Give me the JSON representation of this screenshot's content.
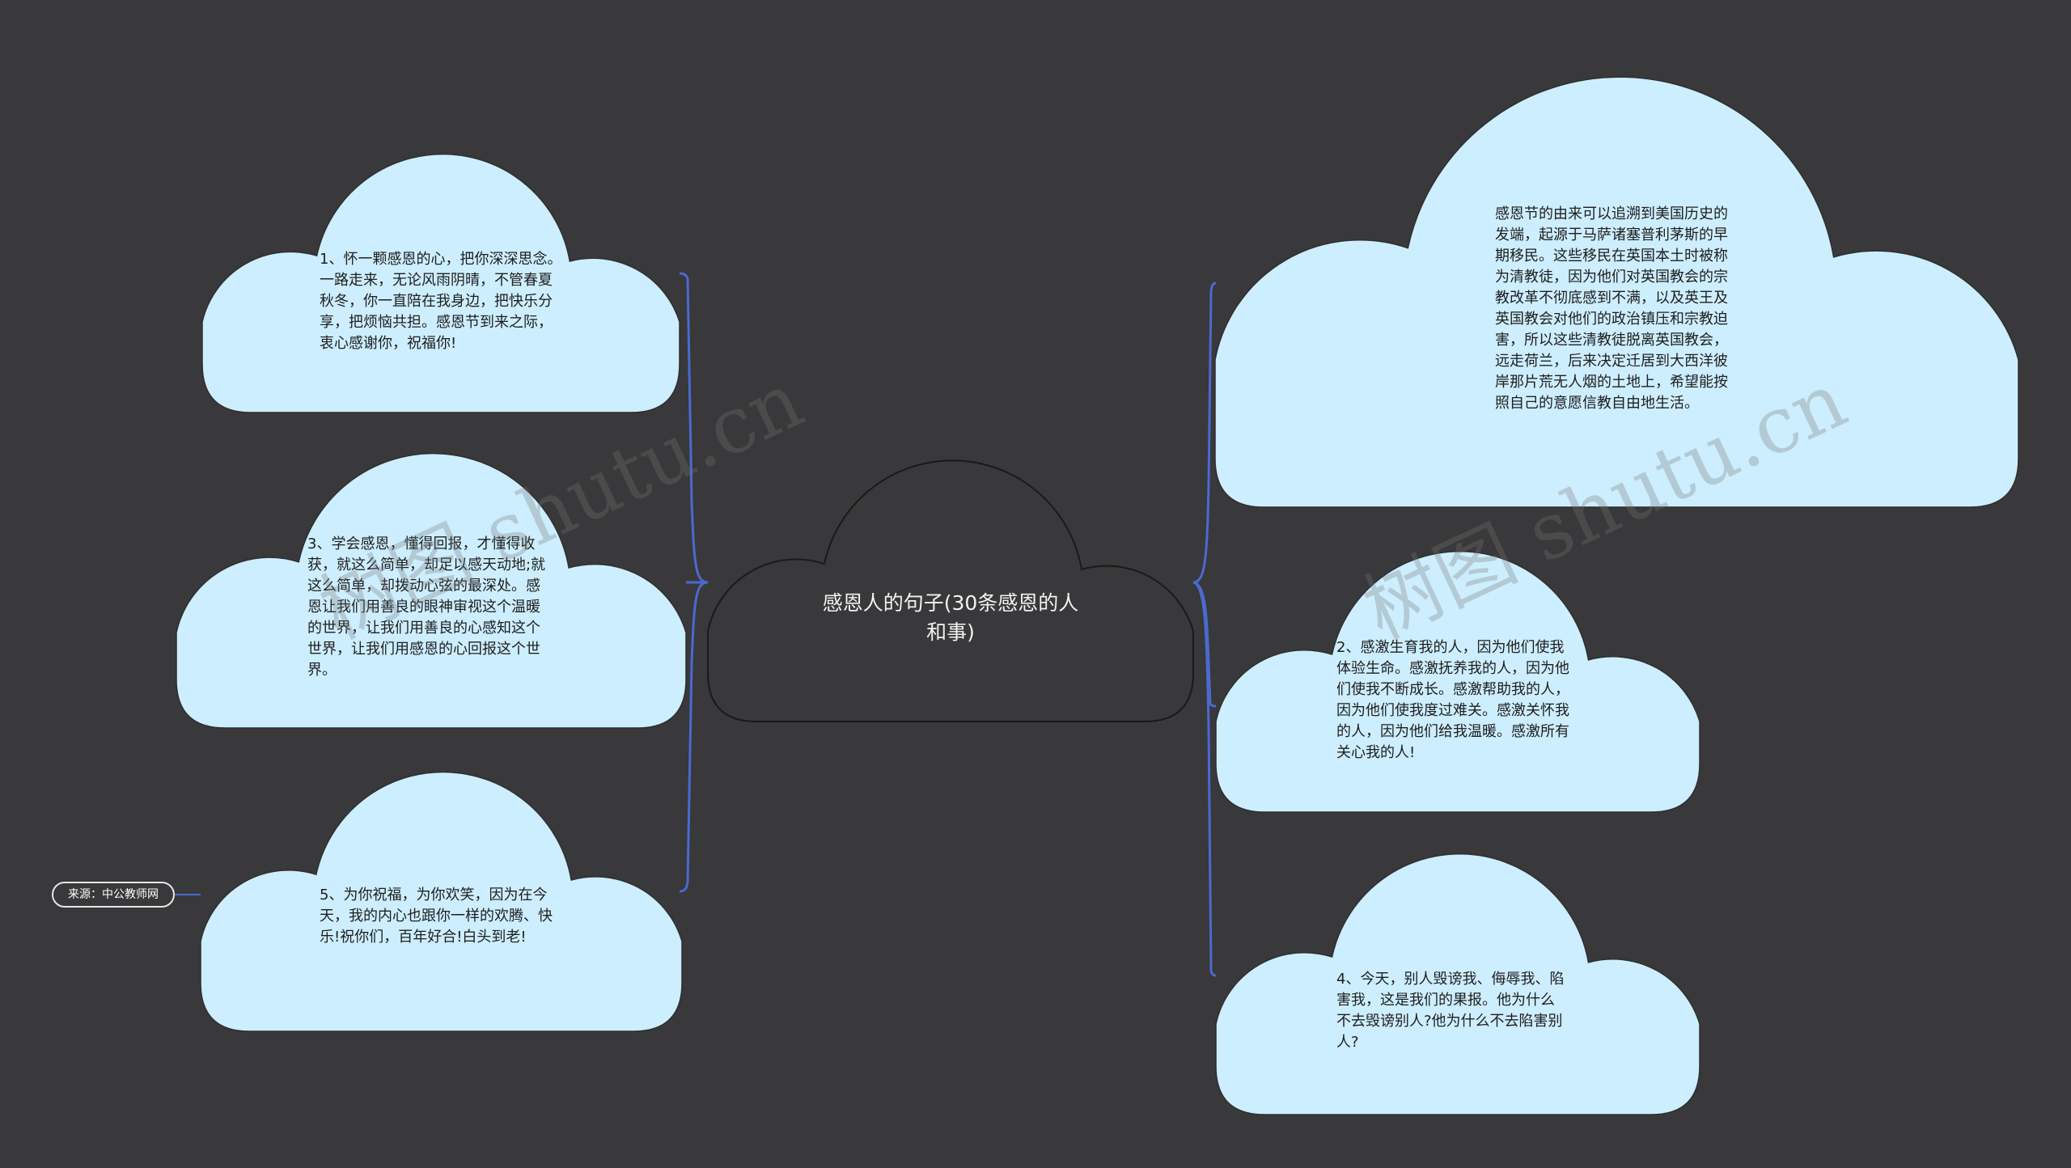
{
  "colors": {
    "background": "#39383a",
    "cloud_fill": "#cdeefe",
    "cloud_stroke": "#2f2f2f",
    "connector": "#4a6ad0",
    "center_fill": "#39383a"
  },
  "center": {
    "label": "感恩人的句子(30条感恩的人和事)"
  },
  "nodes": [
    {
      "id": "n1",
      "text": "1、怀一颗感恩的心，把你深深思念。一路走来，无论风雨阴晴，不管春夏秋冬，你一直陪在我身边，把快乐分享，把烦恼共担。感恩节到来之际，衷心感谢你，祝福你!"
    },
    {
      "id": "n3",
      "text": "3、学会感恩，懂得回报，才懂得收获，就这么简单，却足以感天动地;就这么简单，却拨动心弦的最深处。感恩让我们用善良的眼神审视这个温暖的世界，让我们用善良的心感知这个世界，让我们用感恩的心回报这个世界。"
    },
    {
      "id": "n5",
      "text": "5、为你祝福，为你欢笑，因为在今天，我的内心也跟你一样的欢腾、快乐!祝你们，百年好合!白头到老!"
    },
    {
      "id": "n0",
      "text": "感恩节的由来可以追溯到美国历史的发端，起源于马萨诸塞普利茅斯的早期移民。这些移民在英国本土时被称为清教徒，因为他们对英国教会的宗教改革不彻底感到不满，以及英王及英国教会对他们的政治镇压和宗教迫害，所以这些清教徒脱离英国教会，远走荷兰，后来决定迁居到大西洋彼岸那片荒无人烟的土地上，希望能按照自己的意愿信教自由地生活。"
    },
    {
      "id": "n2",
      "text": "2、感激生育我的人，因为他们使我体验生命。感激抚养我的人，因为他们使我不断成长。感激帮助我的人，因为他们使我度过难关。感激关怀我的人，因为他们给我温暖。感激所有关心我的人!"
    },
    {
      "id": "n4",
      "text": "4、今天，别人毁谤我、侮辱我、陷害我，这是我们的果报。他为什么不去毁谤别人?他为什么不去陷害别人?"
    }
  ],
  "source": {
    "label": "来源：中公教师网"
  },
  "watermarks": [
    "树图 shutu.cn",
    "树图 shutu.cn"
  ]
}
